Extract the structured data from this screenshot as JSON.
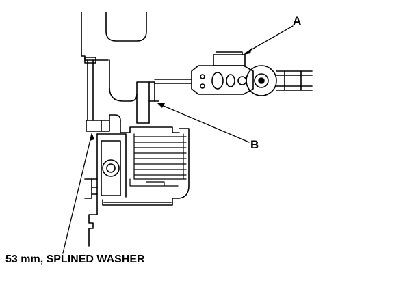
{
  "labels": {
    "a": "A",
    "b": "B",
    "washer": "53 mm, SPLINED WASHER"
  },
  "colors": {
    "line": "#000000",
    "background": "#ffffff"
  }
}
